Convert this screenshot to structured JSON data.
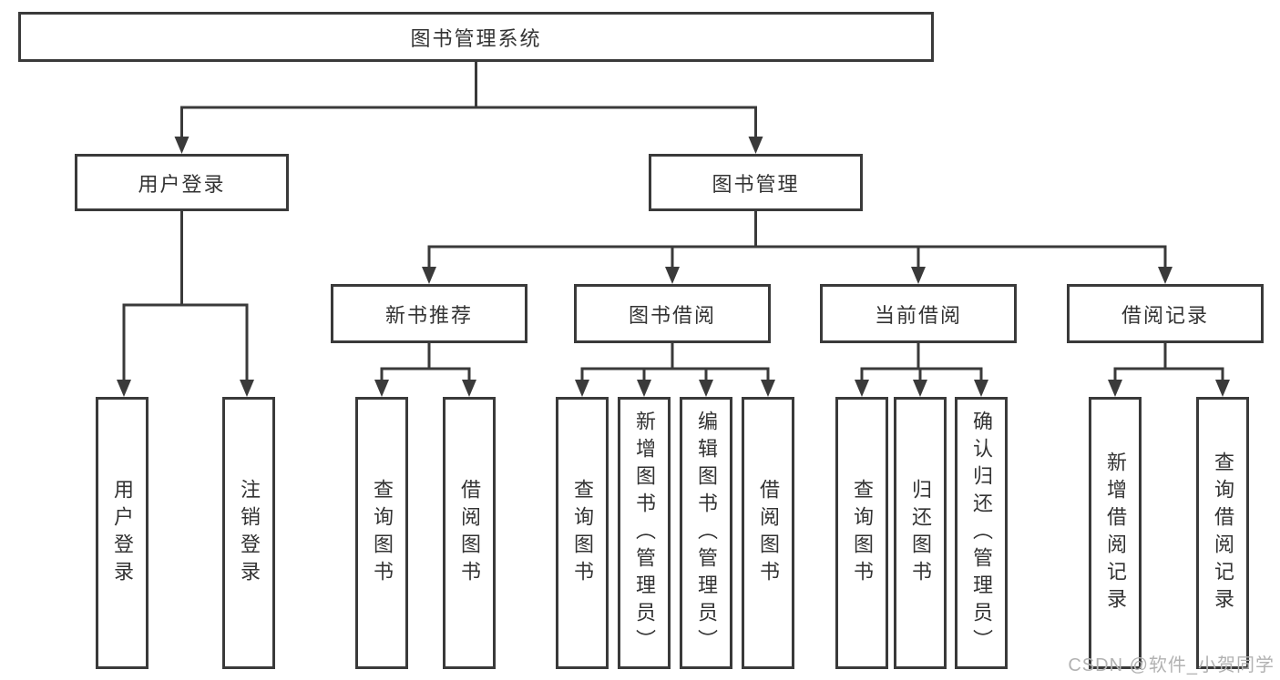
{
  "watermark": "CSDN @软件_小贺同学",
  "colors": {
    "line": "#3a3a3a",
    "box_border": "#3a3a3a",
    "text": "#333333",
    "watermark": "#b2b2b2",
    "background": "#ffffff"
  },
  "tree": {
    "root": {
      "label": "图书管理系统"
    },
    "children": [
      {
        "label": "用户登录",
        "children": [
          {
            "label": "用户登录"
          },
          {
            "label": "注销登录"
          }
        ]
      },
      {
        "label": "图书管理",
        "children": [
          {
            "label": "新书推荐",
            "children": [
              {
                "label": "查询图书"
              },
              {
                "label": "借阅图书"
              }
            ]
          },
          {
            "label": "图书借阅",
            "children": [
              {
                "label": "查询图书"
              },
              {
                "label": "新增图书（管理员）"
              },
              {
                "label": "编辑图书（管理员）"
              },
              {
                "label": "借阅图书"
              }
            ]
          },
          {
            "label": "当前借阅",
            "children": [
              {
                "label": "查询图书"
              },
              {
                "label": "归还图书"
              },
              {
                "label": "确认归还（管理员）"
              }
            ]
          },
          {
            "label": "借阅记录",
            "children": [
              {
                "label": "新增借阅记录"
              },
              {
                "label": "查询借阅记录"
              }
            ]
          }
        ]
      }
    ]
  }
}
